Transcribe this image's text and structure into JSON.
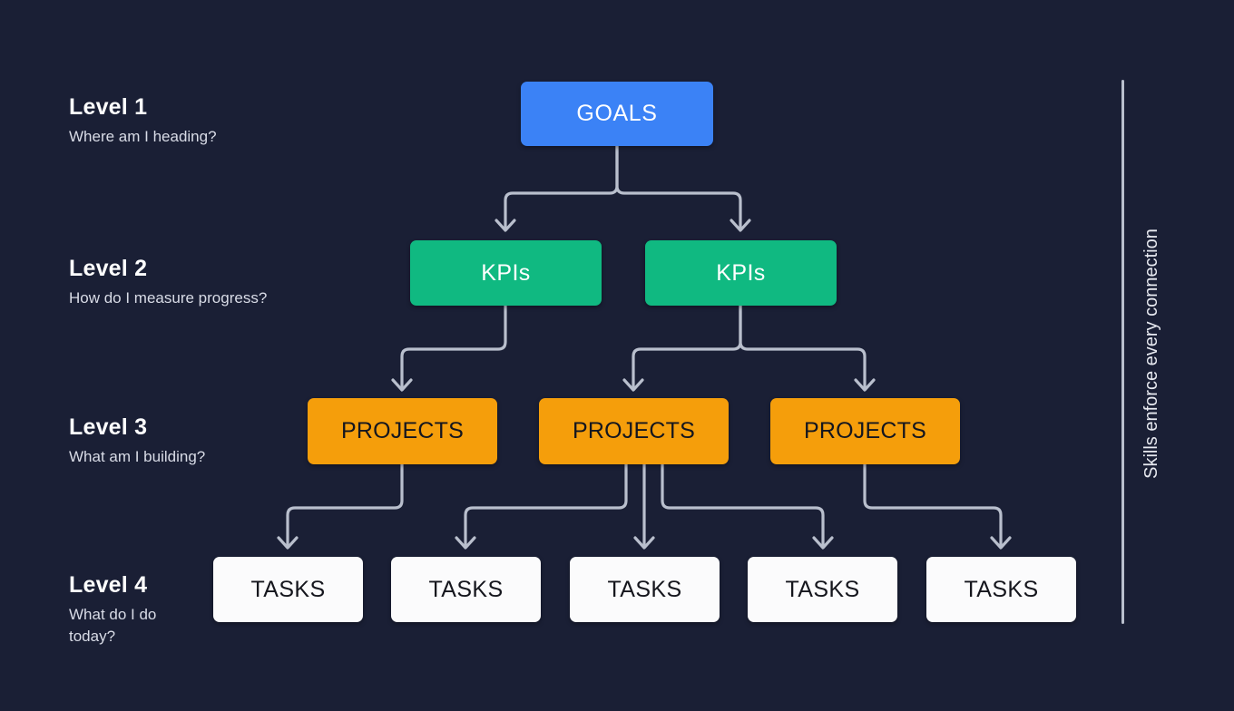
{
  "background_color": "#1a1f35",
  "levels": [
    {
      "title": "Level 1",
      "subtitle": "Where am I heading?"
    },
    {
      "title": "Level 2",
      "subtitle": "How do I measure progress?"
    },
    {
      "title": "Level 3",
      "subtitle": "What am I building?"
    },
    {
      "title": "Level 4",
      "subtitle": "What do I do today?"
    }
  ],
  "nodes": {
    "goals": [
      {
        "label": "GOALS"
      }
    ],
    "kpis": [
      {
        "label": "KPIs"
      },
      {
        "label": "KPIs"
      }
    ],
    "projects": [
      {
        "label": "PROJECTS"
      },
      {
        "label": "PROJECTS"
      },
      {
        "label": "PROJECTS"
      }
    ],
    "tasks": [
      {
        "label": "TASKS"
      },
      {
        "label": "TASKS"
      },
      {
        "label": "TASKS"
      },
      {
        "label": "TASKS"
      },
      {
        "label": "TASKS"
      }
    ]
  },
  "side_note": {
    "text": "Skills enforce every connection"
  },
  "colors": {
    "goals": "#3b82f6",
    "kpis": "#10b981",
    "projects": "#f59e0b",
    "tasks": "#fbfbfc",
    "connector": "#b9bfcd",
    "heading_text": "#ffffff",
    "body_text": "#d8dbe6"
  }
}
